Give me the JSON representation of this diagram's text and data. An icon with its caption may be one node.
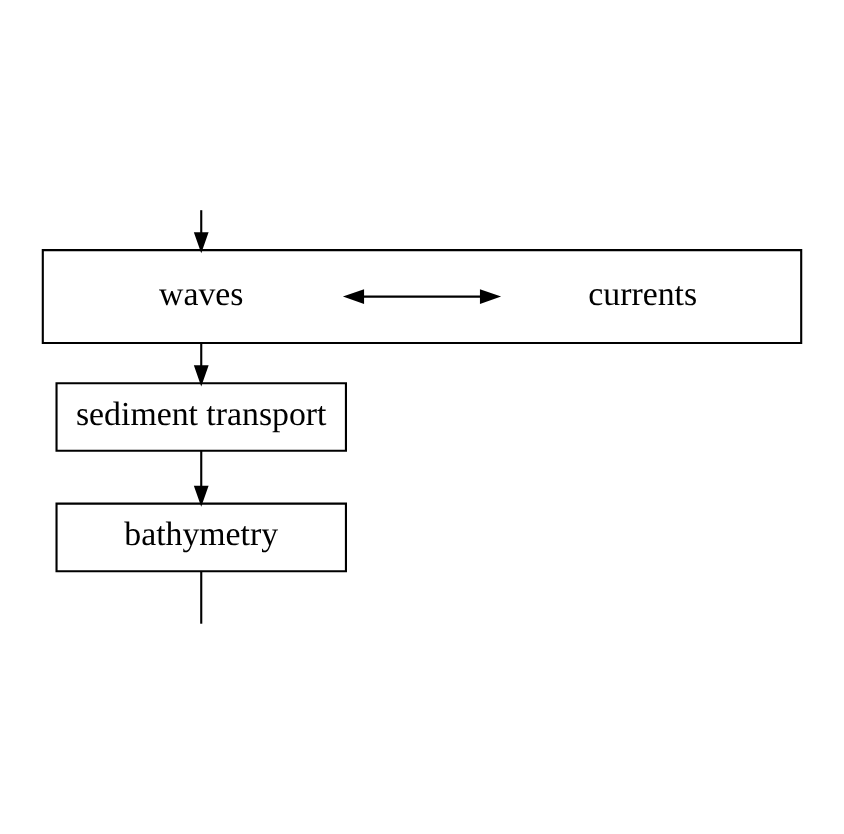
{
  "diagram": {
    "nodes": [
      {
        "text": [],
        "shape": "box"
      },
      {
        "text": [
          "waves"
        ],
        "in": 0
      },
      {
        "text": [
          "currents"
        ],
        "in": 0
      },
      {
        "text": [
          "sediment transport"
        ]
      },
      {
        "text": [
          "bathymetry"
        ]
      }
    ],
    "edges": [
      {
        "from": null,
        "to": 0,
        "arrow": "to"
      },
      {
        "from": 1,
        "to": 2,
        "arrow": "both"
      },
      {
        "from": 0,
        "to": 3,
        "arrow": "to"
      },
      {
        "from": 3,
        "to": 4,
        "arrow": "to"
      },
      {
        "from": 4,
        "to": null,
        "arrow": "none"
      }
    ]
  }
}
